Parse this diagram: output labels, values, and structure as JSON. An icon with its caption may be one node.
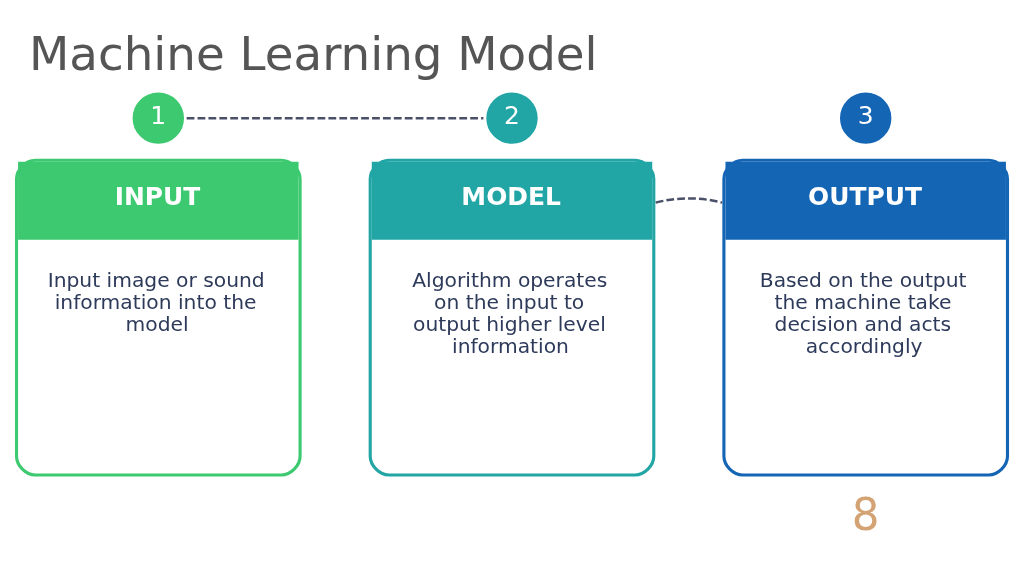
{
  "diagram": {
    "title": "Machine Learning Model",
    "nodes": [
      {
        "text": [
          "1"
        ]
      },
      {
        "text": [
          "INPUT",
          "Input image or sound information into the model"
        ]
      },
      {
        "text": [
          "2"
        ]
      },
      {
        "text": [
          "MODEL",
          "Algorithm operates on the input to output higher level information"
        ]
      },
      {
        "text": [
          "3"
        ]
      },
      {
        "text": [
          "OUTPUT",
          "Based on the output the machine take decision and acts accordingly"
        ]
      }
    ],
    "edges": [
      {
        "from": 0,
        "to": 2,
        "arrow": "none",
        "style": "dashed"
      },
      {
        "from": 3,
        "to": 5,
        "arrow": "none",
        "style": "dashed"
      }
    ],
    "labels": [
      "8"
    ]
  }
}
